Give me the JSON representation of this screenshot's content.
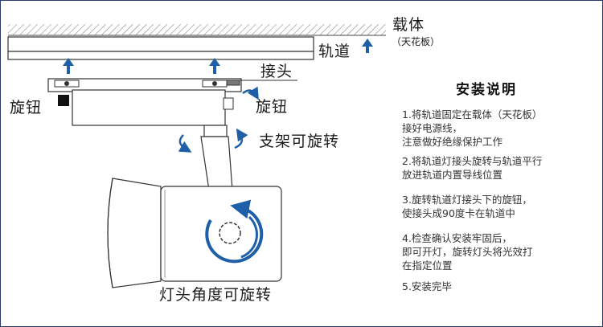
{
  "labels": {
    "carrier": "载体",
    "ceiling": "（天花板）",
    "track": "轨道",
    "connector": "接头",
    "knob_left": "旋钮",
    "knob_right": "旋钮",
    "bracket_rotate": "支架可旋转",
    "lamp_angle": "灯头角度可旋转"
  },
  "instructions": {
    "title": "安装说明",
    "steps": [
      {
        "lines": [
          "1.将轨道固定在载体（天花板）",
          "接好电源线，",
          "注意做好绝缘保护工作"
        ]
      },
      {
        "lines": [
          "2.将轨道灯接头旋转与轨道平行",
          "放进轨道内置导线位置"
        ]
      },
      {
        "lines": [
          "3.旋转轨道灯接头下的旋钮，",
          "使接头成90度卡在轨道中"
        ]
      },
      {
        "lines": [
          "4.检查确认安装牢固后，",
          "即可开灯，旋转灯头将光效打",
          "在指定位置"
        ]
      },
      {
        "lines": [
          "5.安装完毕"
        ]
      }
    ]
  },
  "colors": {
    "arrow_blue": "#1e5fa8",
    "line": "#333333",
    "frame": "#2a3a6a"
  }
}
